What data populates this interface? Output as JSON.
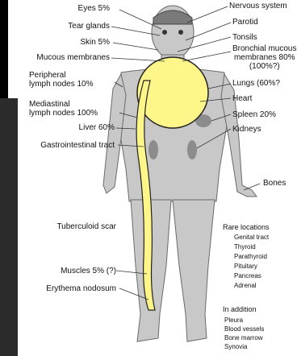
{
  "labels_left": {
    "eyes": "Eyes 5%",
    "tear_glands": "Tear glands",
    "skin": "Skin 5%",
    "mucous_membranes": "Mucous membranes",
    "peripheral_lymph": "Peripheral\nlymph nodes 10%",
    "mediastinal_lymph": "Mediastinal\nlymph nodes 100%",
    "liver": "Liver 60%",
    "gastrointestinal": "Gastrointestinal tract",
    "tuberculoid_scar": "Tuberculoid scar",
    "muscles": "Muscles 5% (?)",
    "erythema": "Erythema nodosum"
  },
  "labels_right": {
    "nervous_system": "Nervous system",
    "parotid": "Parotid",
    "tonsils": "Tonsils",
    "bronchial": "Bronchial mucous\nmembranes 80%\n(100%?)",
    "lungs": "Lungs (60%?",
    "heart": "Heart",
    "spleen": "Spleen 20%",
    "kidneys": "Kidneys",
    "bones": "Bones"
  },
  "rare": {
    "heading": "Rare locations",
    "items": [
      "Genital tract",
      "Thyroid",
      "Parathyroid",
      "Pituitary",
      "Pancreas",
      "Adrenal"
    ]
  },
  "addition": {
    "heading": "In addition",
    "items": [
      "Pleura",
      "Blood vessels",
      "Bone marrow",
      "Synovia"
    ]
  },
  "colors": {
    "body": "#c8c8c8",
    "body_outline": "#6a6a6a",
    "highlight": "#fff68a",
    "highlight_outline": "#222222",
    "background": "#000000"
  }
}
